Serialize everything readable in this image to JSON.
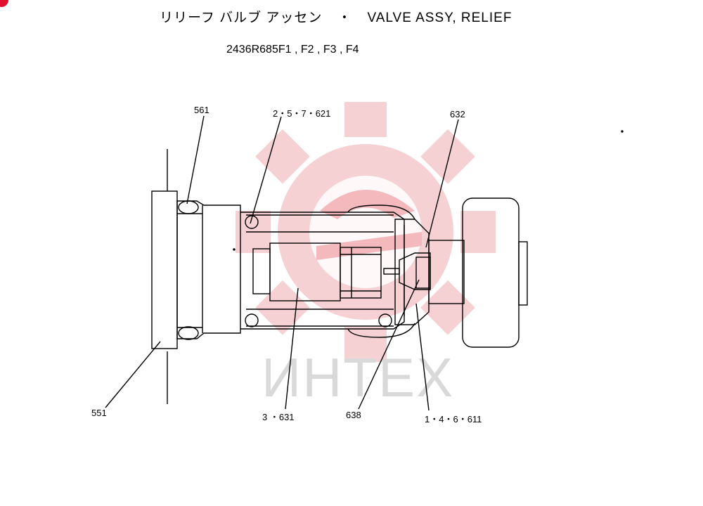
{
  "header": {
    "title_jp": "リリーフ バルブ アッセン",
    "separator": "・",
    "title_en": "VALVE ASSY, RELIEF",
    "models": "2436R685F1 , F2 , F3 , F4"
  },
  "callouts": {
    "c561": "561",
    "c2": "2・5・7・621",
    "c632": "632",
    "c551": "551",
    "c3": "3 ・631",
    "c638": "638",
    "c1": "1・4・6・611"
  },
  "watermark": {
    "text": "ИНТЕХ",
    "color": "#f3c3c6"
  },
  "colors": {
    "line": "#000000",
    "badge": "#e0102e"
  }
}
